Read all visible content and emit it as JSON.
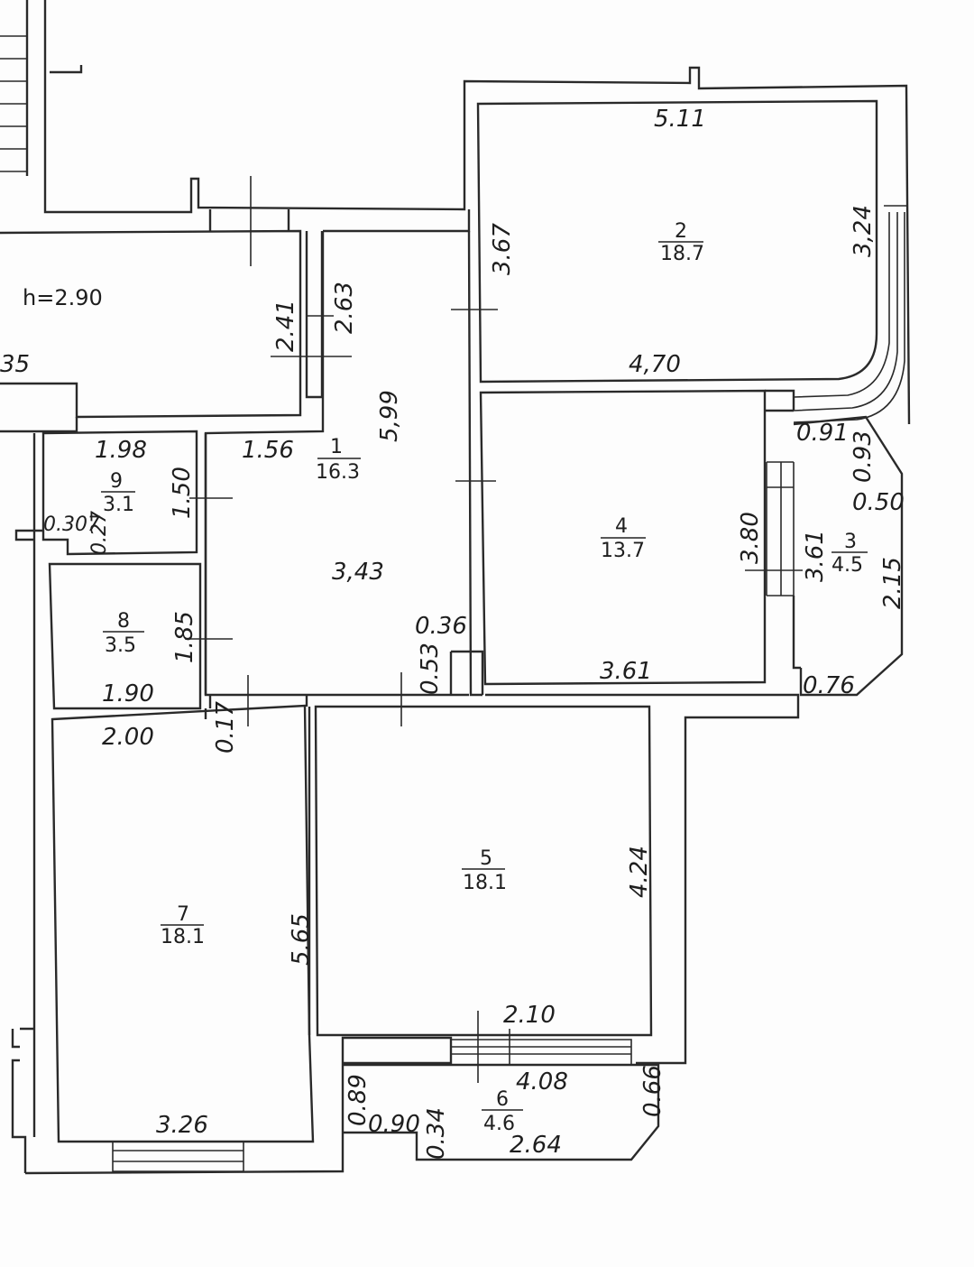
{
  "ceiling_height": "h=2.90",
  "cut_label": "35",
  "rooms": [
    {
      "no": "1",
      "area": "16.3"
    },
    {
      "no": "2",
      "area": "18.7"
    },
    {
      "no": "3",
      "area": "4.5"
    },
    {
      "no": "4",
      "area": "13.7"
    },
    {
      "no": "5",
      "area": "18.1"
    },
    {
      "no": "6",
      "area": "4.6"
    },
    {
      "no": "7",
      "area": "18.1"
    },
    {
      "no": "8",
      "area": "3.5"
    },
    {
      "no": "9",
      "area": "3.1"
    }
  ],
  "dimensions": {
    "d511": "5.11",
    "d324": "3,24",
    "d367": "3.67",
    "d470": "4,70",
    "d241": "2.41",
    "d263": "2.63",
    "d599": "5,99",
    "d156": "1.56",
    "d198": "1.98",
    "d150": "1.50",
    "d0307": "0.307",
    "d027": "0.27",
    "d343": "3,43",
    "d036": "0.36",
    "d053": "0.53",
    "d185": "1.85",
    "d190": "1.90",
    "d017": "0.17",
    "d200": "2.00",
    "d091": "0.91",
    "d093": "0.93",
    "d050": "0.50",
    "d380": "3.80",
    "d361v": "3.61",
    "d215": "2.15",
    "d361h": "3.61",
    "d076": "0.76",
    "d424": "4.24",
    "d565": "5.65",
    "d210": "2.10",
    "d408": "4.08",
    "d089": "0.89",
    "d090": "0.90",
    "d034": "0.34",
    "d264": "2.64",
    "d066": "0.66",
    "d326": "3.26"
  }
}
